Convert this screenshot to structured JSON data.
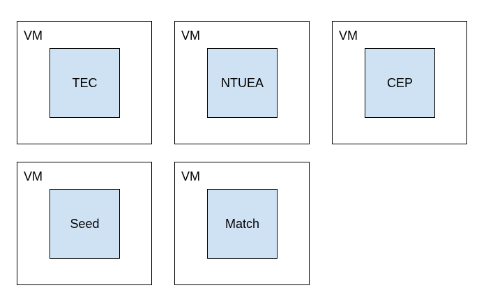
{
  "inner_fill": "#cfe2f3",
  "vms": [
    {
      "vm_label": "VM",
      "component": "TEC"
    },
    {
      "vm_label": "VM",
      "component": "NTUEA"
    },
    {
      "vm_label": "VM",
      "component": "CEP"
    },
    {
      "vm_label": "VM",
      "component": "Seed"
    },
    {
      "vm_label": "VM",
      "component": "Match"
    }
  ]
}
